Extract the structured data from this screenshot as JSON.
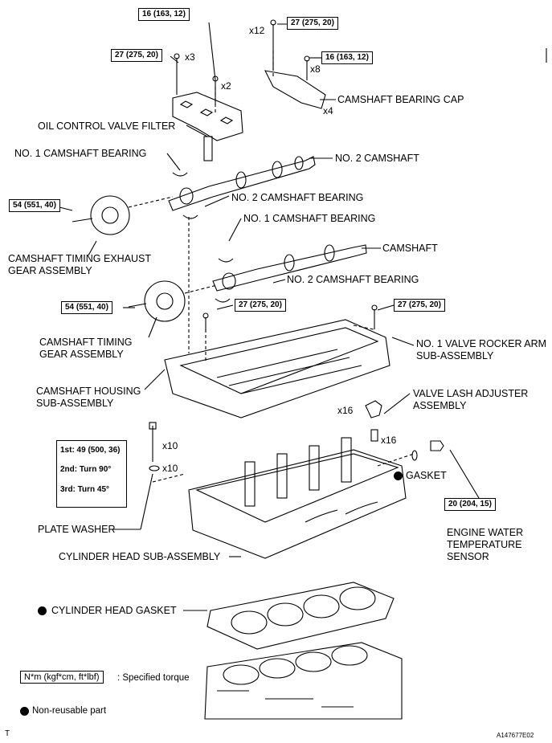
{
  "torques": {
    "t1": "16 (163, 12)",
    "t2": "27 (275, 20)",
    "t3": "27 (275, 20)",
    "t4": "16 (163, 12)",
    "t5": "54 (551, 40)",
    "t6": "54 (551, 40)",
    "t7": "27 (275, 20)",
    "t8": "27 (275, 20)",
    "t9": "20 (204, 15)"
  },
  "quantities": {
    "q1": "x3",
    "q2": "x2",
    "q3": "x12",
    "q4": "x8",
    "q5": "x4",
    "q6": "x16",
    "q7": "x16",
    "q8": "x10",
    "q9": "x10"
  },
  "labels": {
    "camshaft_bearing_cap": "CAMSHAFT BEARING CAP",
    "oil_control_valve_filter": "OIL CONTROL VALVE FILTER",
    "no1_camshaft_bearing_a": "NO. 1 CAMSHAFT BEARING",
    "no2_camshaft": "NO. 2 CAMSHAFT",
    "no2_camshaft_bearing_a": "NO. 2 CAMSHAFT BEARING",
    "no1_camshaft_bearing_b": "NO. 1 CAMSHAFT BEARING",
    "camshaft": "CAMSHAFT",
    "camshaft_timing_exhaust": "CAMSHAFT TIMING EXHAUST GEAR ASSEMBLY",
    "no2_camshaft_bearing_b": "NO. 2 CAMSHAFT BEARING",
    "camshaft_timing_gear": "CAMSHAFT TIMING GEAR ASSEMBLY",
    "no1_valve_rocker": "NO. 1 VALVE ROCKER ARM SUB-ASSEMBLY",
    "camshaft_housing": "CAMSHAFT HOUSING SUB-ASSEMBLY",
    "valve_lash_adjuster": "VALVE LASH ADJUSTER ASSEMBLY",
    "gasket": "GASKET",
    "plate_washer": "PLATE WASHER",
    "engine_water_temp": "ENGINE WATER TEMPERATURE SENSOR",
    "cylinder_head": "CYLINDER HEAD SUB-ASSEMBLY",
    "cylinder_head_gasket": "CYLINDER HEAD GASKET"
  },
  "head_bolt_sequence": {
    "step1": "1st: 49 (500, 36)",
    "step2": "2nd: Turn 90°",
    "step3": "3rd: Turn 45°"
  },
  "legend": {
    "torque_unit": "N*m (kgf*cm, ft*lbf)",
    "torque_text": ": Specified torque",
    "nonreusable_text": "Non-reusable part"
  },
  "footer": {
    "left_mark": "T",
    "figure_id": "A147677E02"
  }
}
